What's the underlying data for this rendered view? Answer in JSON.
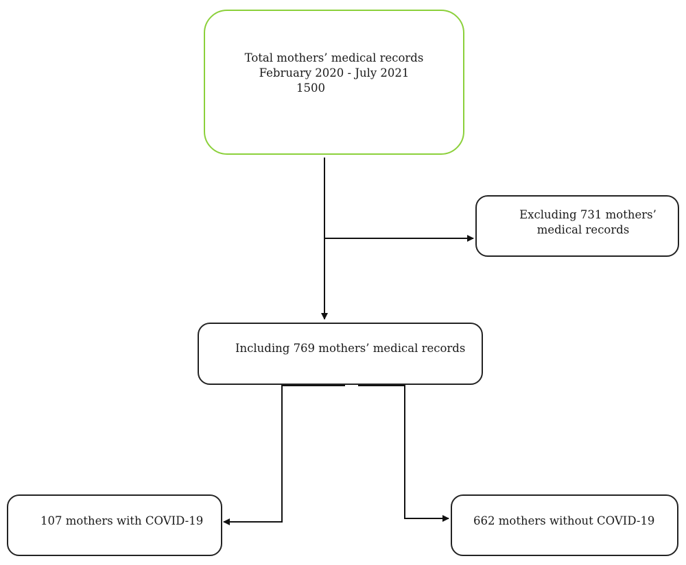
{
  "flowchart": {
    "total": {
      "line1": "Total mothers’ medical records",
      "line2": "February 2020 - July 2021",
      "line3": "1500"
    },
    "excluded": {
      "line1": "Excluding 731 mothers’",
      "line2": "medical records"
    },
    "included": {
      "label": "Including 769 mothers’ medical records"
    },
    "with_covid": {
      "label": "107 mothers with COVID-19"
    },
    "without_covid": {
      "label": "662 mothers without COVID-19"
    }
  },
  "colors": {
    "top_box_border": "#8bd03a",
    "box_border": "#222222",
    "arrow": "#111111"
  }
}
